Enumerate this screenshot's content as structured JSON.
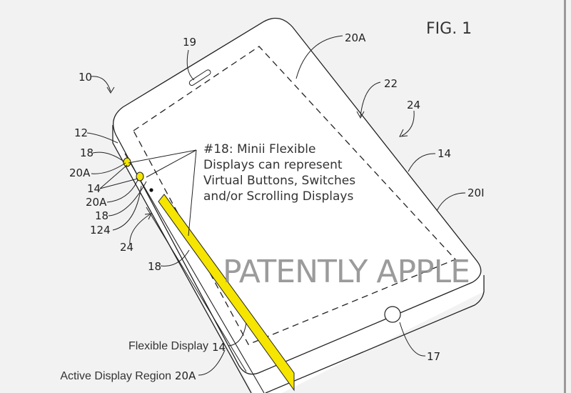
{
  "figure": {
    "title": "FIG. 1",
    "watermark": "PATENTLY APPLE",
    "callout": {
      "lines": [
        "#18: Minii Flexible",
        "Displays can represent",
        "Virtual Buttons, Switches",
        "and/or Scrolling Displays"
      ]
    },
    "reference_labels": {
      "r19": "19",
      "r20A_top": "20A",
      "r10": "10",
      "r22": "22",
      "r24_right": "24",
      "r12": "12",
      "r18_a": "18",
      "r20A_a": "20A",
      "r14_a": "14",
      "r20A_b": "20A",
      "r18_b": "18",
      "r124": "124",
      "r24_left": "24",
      "r18_c": "18",
      "r14_right": "14",
      "r20I": "20I",
      "r17": "17"
    },
    "flexible_display": {
      "text": "Flexible Display",
      "ref": "14"
    },
    "active_region": {
      "text": "Active Display Region",
      "ref": "20A"
    },
    "colors": {
      "highlight": "#f5e500",
      "line": "#222222",
      "background": "#f2f2f2"
    }
  }
}
